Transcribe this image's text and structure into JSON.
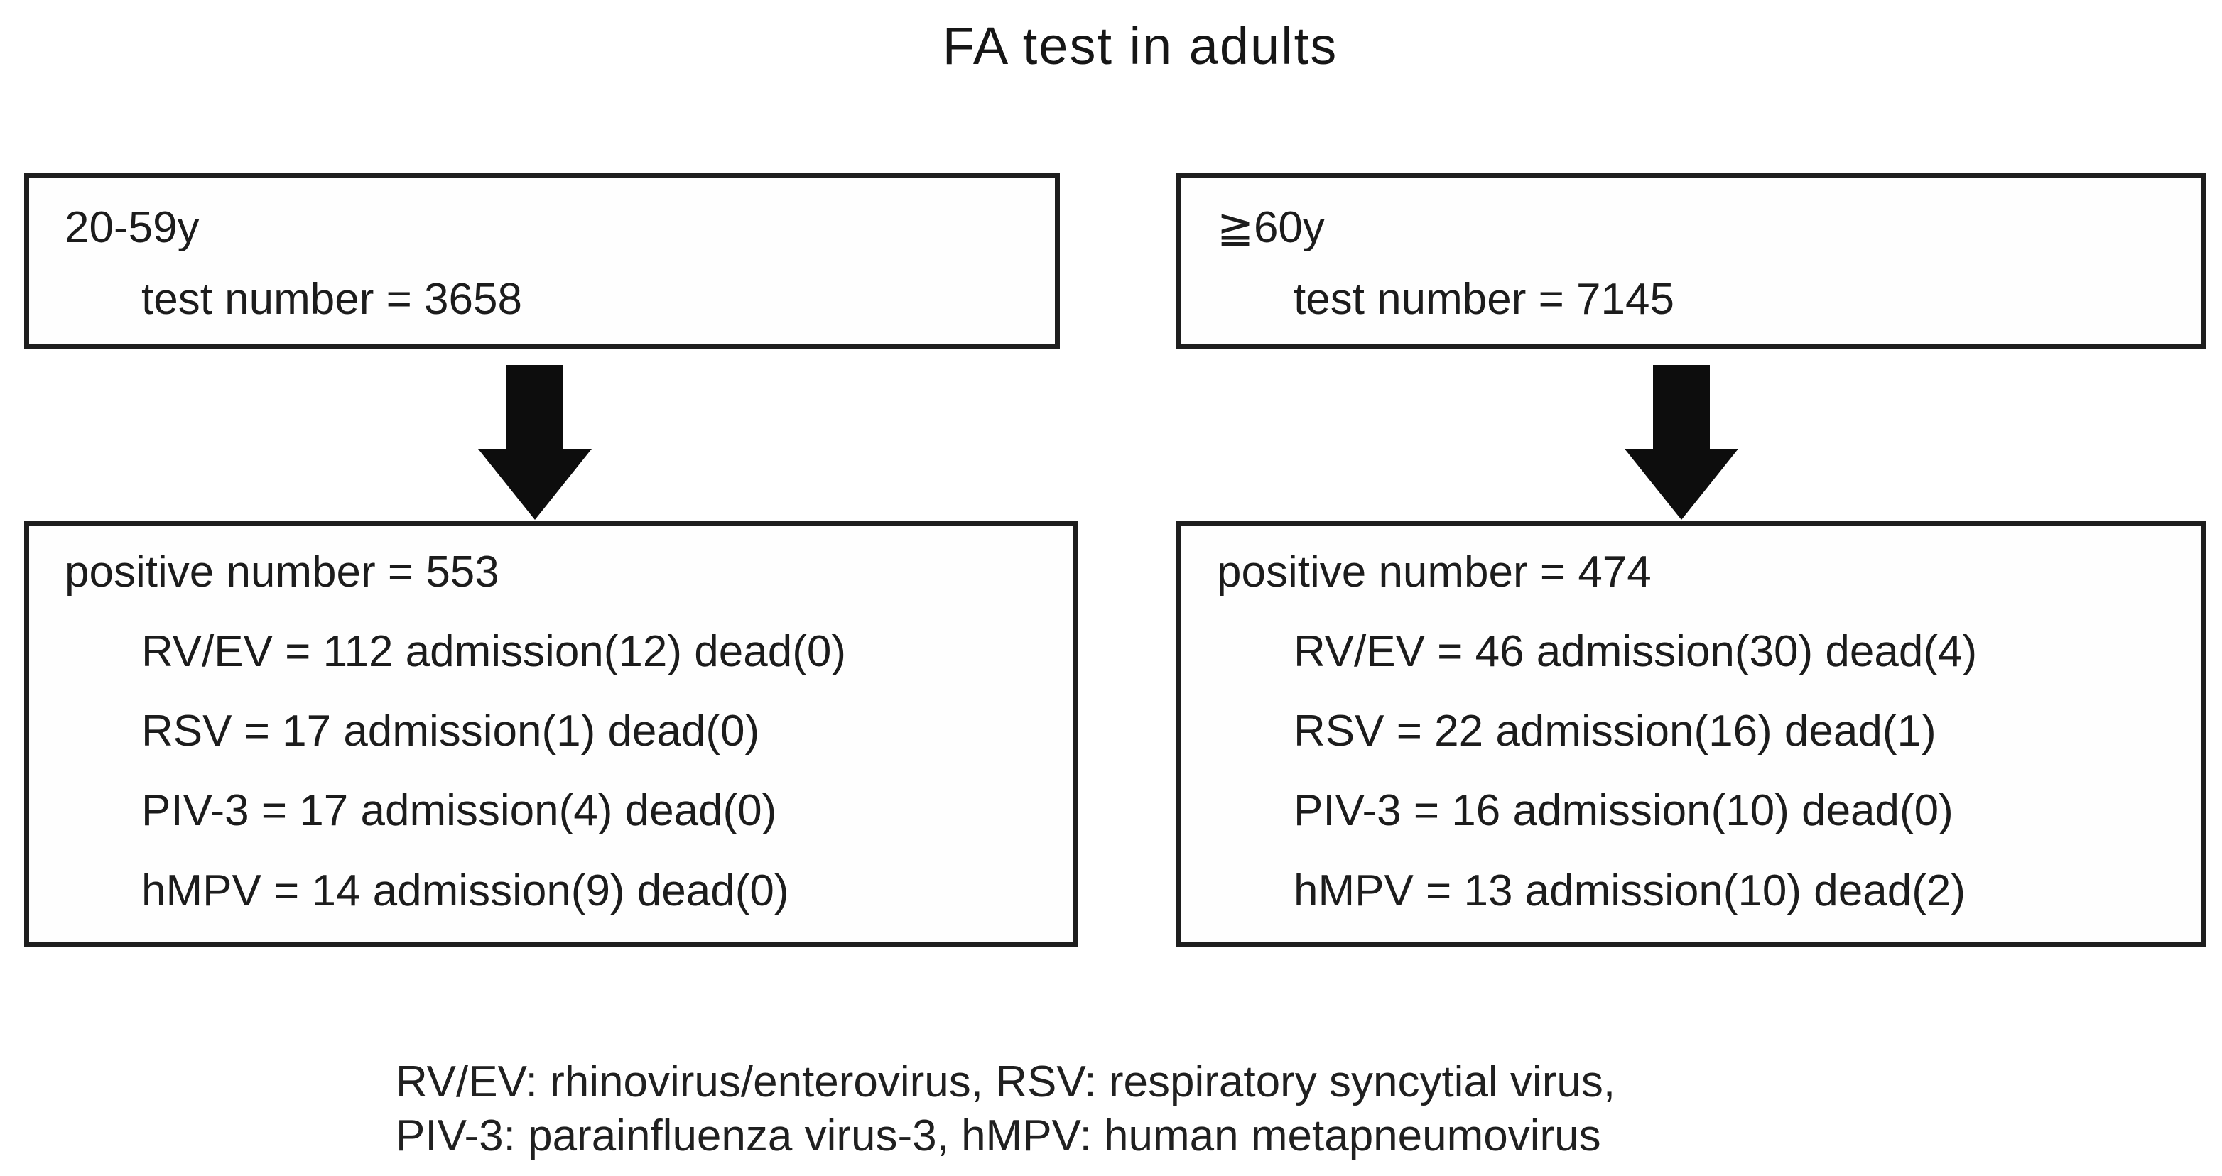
{
  "title": "FA test in adults",
  "groups": [
    {
      "age_label": "20-59y",
      "test_line": "test number = 3658",
      "positive_line": "positive number = 553",
      "virus_lines": [
        "RV/EV = 112 admission(12) dead(0)",
        "RSV = 17 admission(1) dead(0)",
        "PIV-3 = 17 admission(4) dead(0)",
        "hMPV = 14 admission(9) dead(0)"
      ]
    },
    {
      "age_label": "≧60y",
      "test_line": "test number = 7145",
      "positive_line": "positive number = 474",
      "virus_lines": [
        "RV/EV = 46 admission(30) dead(4)",
        "RSV = 22 admission(16) dead(1)",
        "PIV-3 = 16 admission(10) dead(0)",
        "hMPV = 13 admission(10) dead(2)"
      ]
    }
  ],
  "footnote": {
    "line1": "RV/EV: rhinovirus/enterovirus, RSV: respiratory syncytial virus,",
    "line2": "PIV-3: parainfluenza virus-3, hMPV: human metapneumovirus"
  },
  "colors": {
    "text": "#1c1c1c",
    "border": "#1e1e1e",
    "arrow": "#0d0d0d",
    "background": "#ffffff"
  }
}
